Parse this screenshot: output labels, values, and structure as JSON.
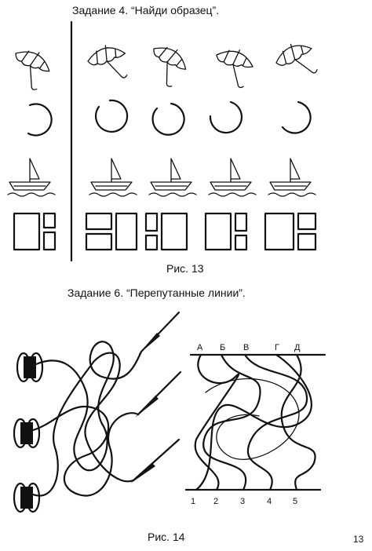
{
  "task4": {
    "title": "Задание 4. “Найди образец”.",
    "caption": "Рис. 13"
  },
  "task6": {
    "title": "Задание 6. “Перепутанные линии”.",
    "caption": "Рис. 14",
    "top_letters": [
      "А",
      "Б",
      "В",
      "Г",
      "Д"
    ],
    "bottom_numbers": [
      "1",
      "2",
      "3",
      "4",
      "5"
    ]
  },
  "page_number": "13"
}
